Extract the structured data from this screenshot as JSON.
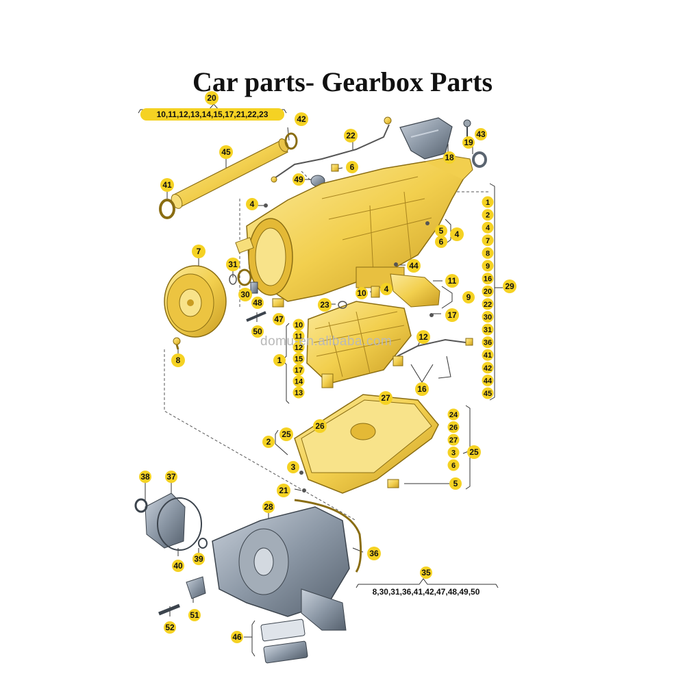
{
  "title": "Car parts- Gearbox Parts",
  "watermark": "domu-en.alibaba.com",
  "colors": {
    "part_fill": "#f6d65c",
    "part_stroke": "#8a6d12",
    "callout": "#f5d223",
    "gray_part": "#7b8591"
  },
  "callouts": [
    {
      "id": "c20",
      "text": "20"
    },
    {
      "id": "c20list",
      "text": "10,11,12,13,14,15,17,21,22,23"
    },
    {
      "id": "c42",
      "text": "42"
    },
    {
      "id": "c22",
      "text": "22"
    },
    {
      "id": "c45",
      "text": "45"
    },
    {
      "id": "c18",
      "text": "18"
    },
    {
      "id": "c19",
      "text": "19"
    },
    {
      "id": "c43",
      "text": "43"
    },
    {
      "id": "c6a",
      "text": "6"
    },
    {
      "id": "c49",
      "text": "49"
    },
    {
      "id": "c41",
      "text": "41"
    },
    {
      "id": "c4a",
      "text": "4"
    },
    {
      "id": "c7",
      "text": "7"
    },
    {
      "id": "c31",
      "text": "31"
    },
    {
      "id": "c30",
      "text": "30"
    },
    {
      "id": "c48",
      "text": "48"
    },
    {
      "id": "c47",
      "text": "47"
    },
    {
      "id": "c50",
      "text": "50"
    },
    {
      "id": "c8",
      "text": "8"
    },
    {
      "id": "c5a",
      "text": "5"
    },
    {
      "id": "c6b",
      "text": "6"
    },
    {
      "id": "c4b",
      "text": "4"
    },
    {
      "id": "c44",
      "text": "44"
    },
    {
      "id": "c11a",
      "text": "11"
    },
    {
      "id": "c10a",
      "text": "10"
    },
    {
      "id": "c4c",
      "text": "4"
    },
    {
      "id": "c9",
      "text": "9"
    },
    {
      "id": "c23",
      "text": "23"
    },
    {
      "id": "c17a",
      "text": "17"
    },
    {
      "id": "c12",
      "text": "12"
    },
    {
      "id": "c16",
      "text": "16"
    },
    {
      "id": "c29",
      "text": "29"
    },
    {
      "id": "c27",
      "text": "27"
    },
    {
      "id": "c26",
      "text": "26"
    },
    {
      "id": "c25a",
      "text": "25"
    },
    {
      "id": "c2a",
      "text": "2"
    },
    {
      "id": "c3a",
      "text": "3"
    },
    {
      "id": "c25b",
      "text": "25"
    },
    {
      "id": "c5b",
      "text": "5"
    },
    {
      "id": "c21",
      "text": "21"
    },
    {
      "id": "c38",
      "text": "38"
    },
    {
      "id": "c37",
      "text": "37"
    },
    {
      "id": "c28",
      "text": "28"
    },
    {
      "id": "c40",
      "text": "40"
    },
    {
      "id": "c39",
      "text": "39"
    },
    {
      "id": "c36",
      "text": "36"
    },
    {
      "id": "c35",
      "text": "35"
    },
    {
      "id": "c35list",
      "text": "8,30,31,36,41,42,47,48,49,50"
    },
    {
      "id": "c51",
      "text": "51"
    },
    {
      "id": "c52",
      "text": "52"
    },
    {
      "id": "c46",
      "text": "46"
    }
  ],
  "group_29": [
    "1",
    "2",
    "4",
    "7",
    "8",
    "9",
    "16",
    "20",
    "22",
    "30",
    "31",
    "36",
    "41",
    "42",
    "44",
    "45"
  ],
  "group_1": [
    "10",
    "11",
    "12",
    "15",
    "17",
    "14",
    "13"
  ],
  "group_pan": [
    "24",
    "26",
    "27",
    "3",
    "6"
  ]
}
